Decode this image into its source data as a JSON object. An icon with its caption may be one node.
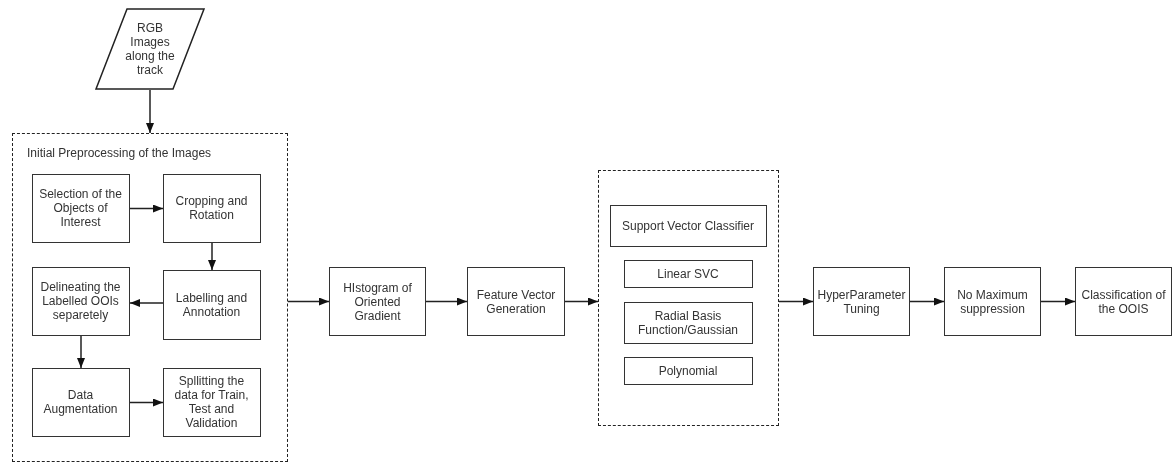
{
  "diagram": {
    "nodes": [
      {
        "text": [
          "RGB Images along the track"
        ]
      },
      {
        "text": [
          "Initial Preprocessing of the Images"
        ]
      },
      {
        "text": [
          "Selection of the Objects of Interest"
        ],
        "in": 1
      },
      {
        "text": [
          "Cropping and Rotation"
        ],
        "in": 1
      },
      {
        "text": [
          "Labelling and Annotation"
        ],
        "in": 1
      },
      {
        "text": [
          "Delineating the Labelled OOIs separetely"
        ],
        "in": 1
      },
      {
        "text": [
          "Data Augmentation"
        ],
        "in": 1
      },
      {
        "text": [
          "Spllitting the data for Train, Test and Validation"
        ],
        "in": 1
      },
      {
        "text": [
          "HIstogram of Oriented Gradient"
        ]
      },
      {
        "text": [
          "Feature Vector Generation"
        ]
      },
      {
        "text": [],
        "shape": "box"
      },
      {
        "text": [
          "Support Vector Classifier"
        ],
        "in": 10
      },
      {
        "text": [
          "Linear SVC"
        ],
        "in": 10
      },
      {
        "text": [
          "Radial Basis Function/Gaussian"
        ],
        "in": 10
      },
      {
        "text": [
          "Polynomial"
        ],
        "in": 10
      },
      {
        "text": [
          "HyperParameter Tuning"
        ]
      },
      {
        "text": [
          "No Maximum suppression"
        ]
      },
      {
        "text": [
          "Classification of the OOIS"
        ]
      }
    ],
    "edges": [
      {
        "from": 0,
        "to": 1,
        "arrow": "to"
      },
      {
        "from": 2,
        "to": 3,
        "arrow": "to"
      },
      {
        "from": 3,
        "to": 4,
        "arrow": "to"
      },
      {
        "from": 4,
        "to": 5,
        "arrow": "to"
      },
      {
        "from": 5,
        "to": 6,
        "arrow": "to"
      },
      {
        "from": 6,
        "to": 7,
        "arrow": "to"
      },
      {
        "from": 1,
        "to": 8,
        "arrow": "to"
      },
      {
        "from": 8,
        "to": 9,
        "arrow": "to"
      },
      {
        "from": 9,
        "to": 10,
        "arrow": "to"
      },
      {
        "from": 10,
        "to": 15,
        "arrow": "to"
      },
      {
        "from": 15,
        "to": 16,
        "arrow": "to"
      },
      {
        "from": 16,
        "to": 17,
        "arrow": "to"
      }
    ]
  }
}
